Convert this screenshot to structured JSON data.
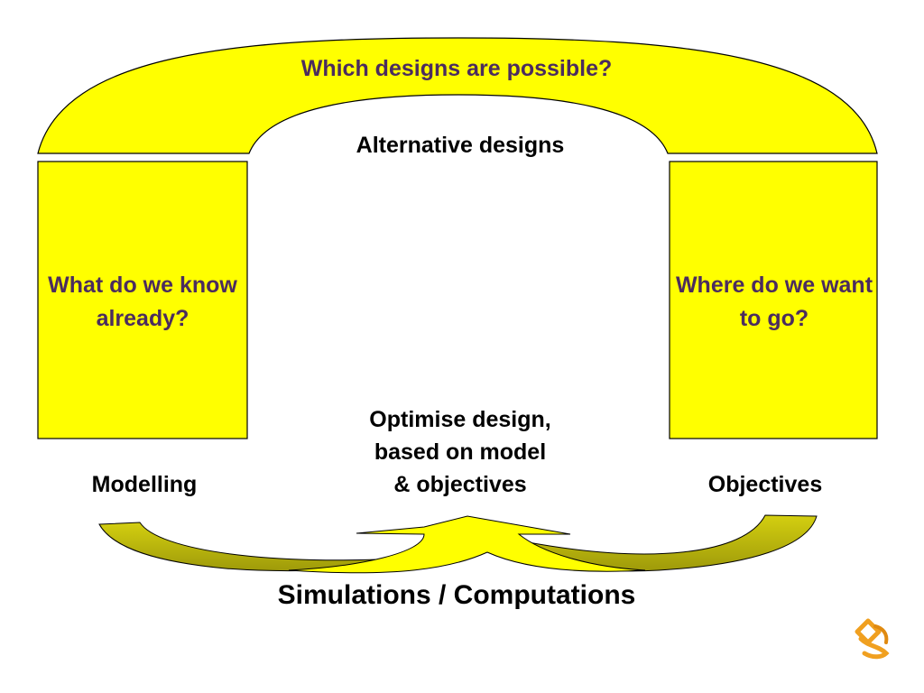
{
  "diagram": {
    "arch_label": "Which designs are possible?",
    "inner_label": "Alternative designs",
    "left_box_label": "What do we know already?",
    "right_box_label": "Where do we want to go?",
    "center_label_lines": [
      "Optimise design,",
      "based on model",
      "& objectives"
    ],
    "left_caption": "Modelling",
    "right_caption": "Objectives",
    "bottom_label": "Simulations / Computations"
  },
  "colors": {
    "fill_yellow": "#ffff00",
    "arrow_olive": "#c2bc0f",
    "label_purple": "#4b2c5e",
    "outline": "#000000",
    "logo_orange": "#f0a020"
  },
  "logo_icon": "ribbon-logo-icon"
}
